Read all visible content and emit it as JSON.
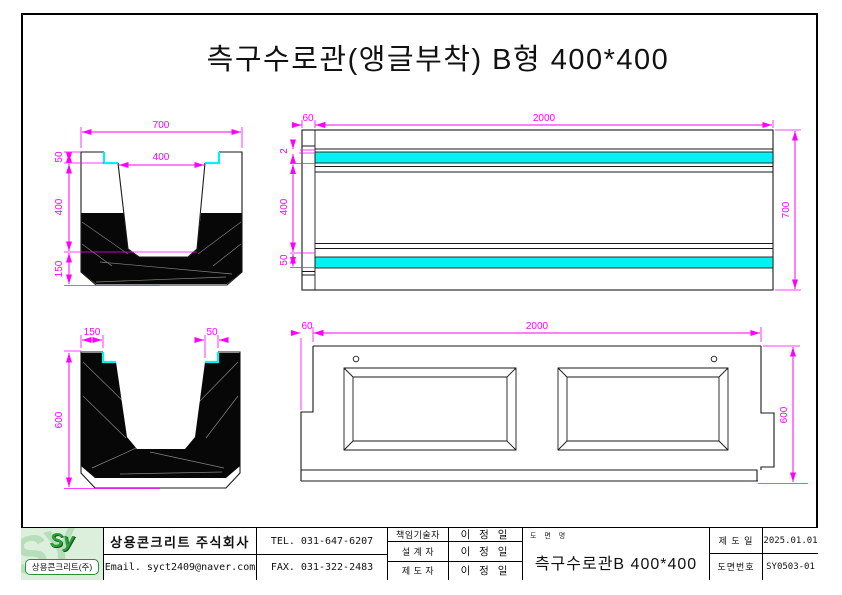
{
  "title": "측구수로관(앵글부착) B형 400*400",
  "colors": {
    "dimension": "#ff00ff",
    "angle_highlight": "#00f2f2",
    "line": "#1a1a1a",
    "logo_green": "#2aa03a",
    "logo_bg": "#dcefdc"
  },
  "views": {
    "section_top": {
      "name": "cross-section-with-angle",
      "dims": {
        "w700": "700",
        "w400": "400",
        "h50": "50",
        "h400": "400",
        "h150": "150"
      }
    },
    "plan": {
      "name": "plan-view",
      "dims": {
        "d60": "60",
        "d2000": "2000",
        "d700": "700",
        "d2": "2",
        "d400": "400",
        "d50": "50"
      }
    },
    "section_bottom": {
      "name": "cross-section-solid",
      "dims": {
        "d150": "150",
        "d50": "50",
        "d600": "600"
      }
    },
    "side": {
      "name": "side-elevation",
      "dims": {
        "d60": "60",
        "d2000": "2000",
        "d600": "600"
      }
    }
  },
  "title_block": {
    "logo": {
      "watermark": "SY",
      "brand": "Sy",
      "company_short": "상용콘크리트(주)"
    },
    "company": "상용콘크리트 주식회사",
    "email": "Email. syct2409@naver.com",
    "tel": "TEL. 031-647-6207",
    "fax": "FAX. 031-322-2483",
    "roles": [
      {
        "label": "책임기술자",
        "name": "이 정 일"
      },
      {
        "label": "설 계 자",
        "name": "이 정 일"
      },
      {
        "label": "제 도 자",
        "name": "이 정 일"
      }
    ],
    "drawing_name_label": "도 면 명",
    "drawing_name": "측구수로관B 400*400",
    "date_label": "제 도 일",
    "date": "2025.01.01",
    "number_label": "도면번호",
    "number": "SY0503-01"
  }
}
